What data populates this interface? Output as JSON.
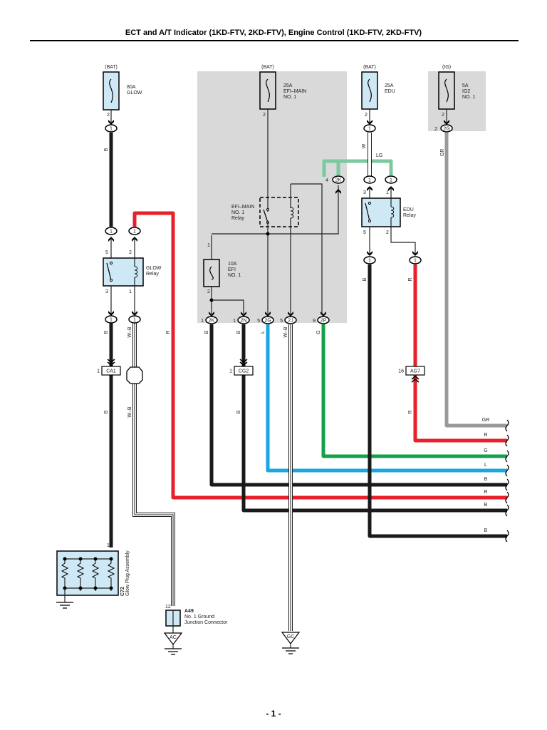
{
  "title": "ECT and A/T Indicator (1KD-FTV, 2KD-FTV), Engine Control (1KD-FTV, 2KD-FTV)",
  "page_number": "- 1 -",
  "colors": {
    "B": "#1a1a1a",
    "R": "#e8202a",
    "L": "#1aa7e1",
    "G": "#16a04a",
    "LG": "#7cc9a0",
    "GR": "#999999",
    "W": "#ffffff",
    "component_fill": "#cfe8f5",
    "junction_block_fill": "#d9d9d9"
  },
  "sources": [
    {
      "id": "bat1",
      "supply": "(BAT)",
      "rating": "80A",
      "name_lines": [
        "GLOW"
      ],
      "pin": "2",
      "connector": "1"
    },
    {
      "id": "bat2",
      "supply": "(BAT)",
      "rating": "25A",
      "name_lines": [
        "EFI–MAIN",
        "NO. 1"
      ],
      "pin": "2"
    },
    {
      "id": "bat3",
      "supply": "(BAT)",
      "rating": "25A",
      "name_lines": [
        "EDU"
      ],
      "pin": "2",
      "connector": "1"
    },
    {
      "id": "ig",
      "supply": "(IG)",
      "rating": "5A",
      "name_lines": [
        "IG2",
        "NO. 1"
      ],
      "pin": "2",
      "connector": "2G",
      "connector_pin": "2"
    }
  ],
  "relays": [
    {
      "id": "glow",
      "name_lines": [
        "GLOW",
        "Relay"
      ],
      "pins": [
        "5",
        "2",
        "3",
        "1"
      ]
    },
    {
      "id": "efi",
      "name_lines": [
        "EFI–MAIN",
        "NO. 1",
        "Relay"
      ]
    },
    {
      "id": "edu",
      "name_lines": [
        "EDU",
        "Relay"
      ],
      "pins": [
        "3",
        "1",
        "5",
        "2"
      ]
    }
  ],
  "fuse_efi": {
    "rating": "10A",
    "name_lines": [
      "EFI",
      "NO. 1"
    ],
    "pins": [
      "1",
      "2"
    ]
  },
  "junction_connectors": [
    {
      "pin": "4",
      "code": "2K"
    },
    {
      "pin": "1",
      "code": "2K"
    },
    {
      "pin": "1",
      "code": "2N"
    },
    {
      "pin": "5",
      "code": "2G"
    },
    {
      "pin": "5",
      "code": "2J"
    },
    {
      "pin": "9",
      "code": "2P"
    }
  ],
  "inline_connectors": [
    {
      "pin": "1",
      "code": "CA1"
    },
    {
      "pin": "1",
      "code": "CG2"
    },
    {
      "pin": "16",
      "code": "AG7"
    }
  ],
  "wire_labels": {
    "glow_feed": "B",
    "edu_feed": "W",
    "lg_link": "LG",
    "ig_feed": "GR",
    "glow_out": "B",
    "glow_coil": "W–B",
    "red_loop": "R",
    "jk_b": "B",
    "jn_b": "B",
    "jg_l": "L",
    "jj_wb": "W–B",
    "jp_g": "G",
    "edu_out_b": "B",
    "edu_out_r": "R",
    "ca1_b": "B",
    "cg2_b": "B",
    "wb_lower": "W–B",
    "ag7_r": "R"
  },
  "right_bus": [
    "GR",
    "R",
    "G",
    "L",
    "B",
    "R",
    "B",
    "B"
  ],
  "glow_plug": {
    "code": "C72",
    "name": "Glow Plug Assembly",
    "pin": "1"
  },
  "ground_connector": {
    "code": "A49",
    "name_lines": [
      "No. 1 Ground",
      "Junction Connector"
    ],
    "pin": "12"
  },
  "grounds": [
    "AC",
    "GC"
  ],
  "small_connector_label": "1"
}
